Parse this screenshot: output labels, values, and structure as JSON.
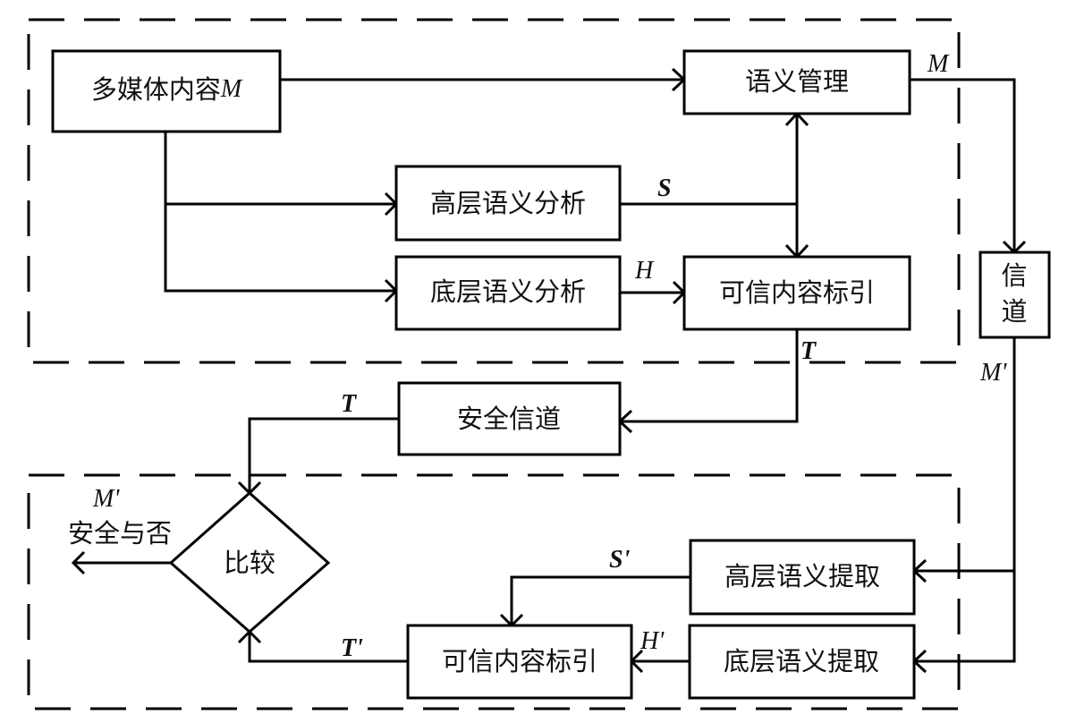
{
  "nodes": {
    "multimedia": {
      "label": "多媒体内容",
      "var": "M"
    },
    "semantic_mgmt": {
      "label": "语义管理"
    },
    "high_analysis": {
      "label": "高层语义分析"
    },
    "low_analysis": {
      "label": "底层语义分析"
    },
    "trusted_index_top": {
      "label": "可信内容标引"
    },
    "channel": {
      "label_line1": "信",
      "label_line2": "道"
    },
    "secure_channel": {
      "label": "安全信道"
    },
    "compare": {
      "label": "比较"
    },
    "high_extract": {
      "label": "高层语义提取"
    },
    "low_extract": {
      "label": "底层语义提取"
    },
    "trusted_index_bottom": {
      "label": "可信内容标引"
    }
  },
  "edge_labels": {
    "M": "M",
    "S": "S",
    "H": "H",
    "T": "T",
    "T_secure": "T",
    "M_prime_channel": "M'",
    "S_prime": "S'",
    "H_prime": "H'",
    "T_prime": "T'",
    "M_prime_out": "M'",
    "output": "安全与否"
  }
}
